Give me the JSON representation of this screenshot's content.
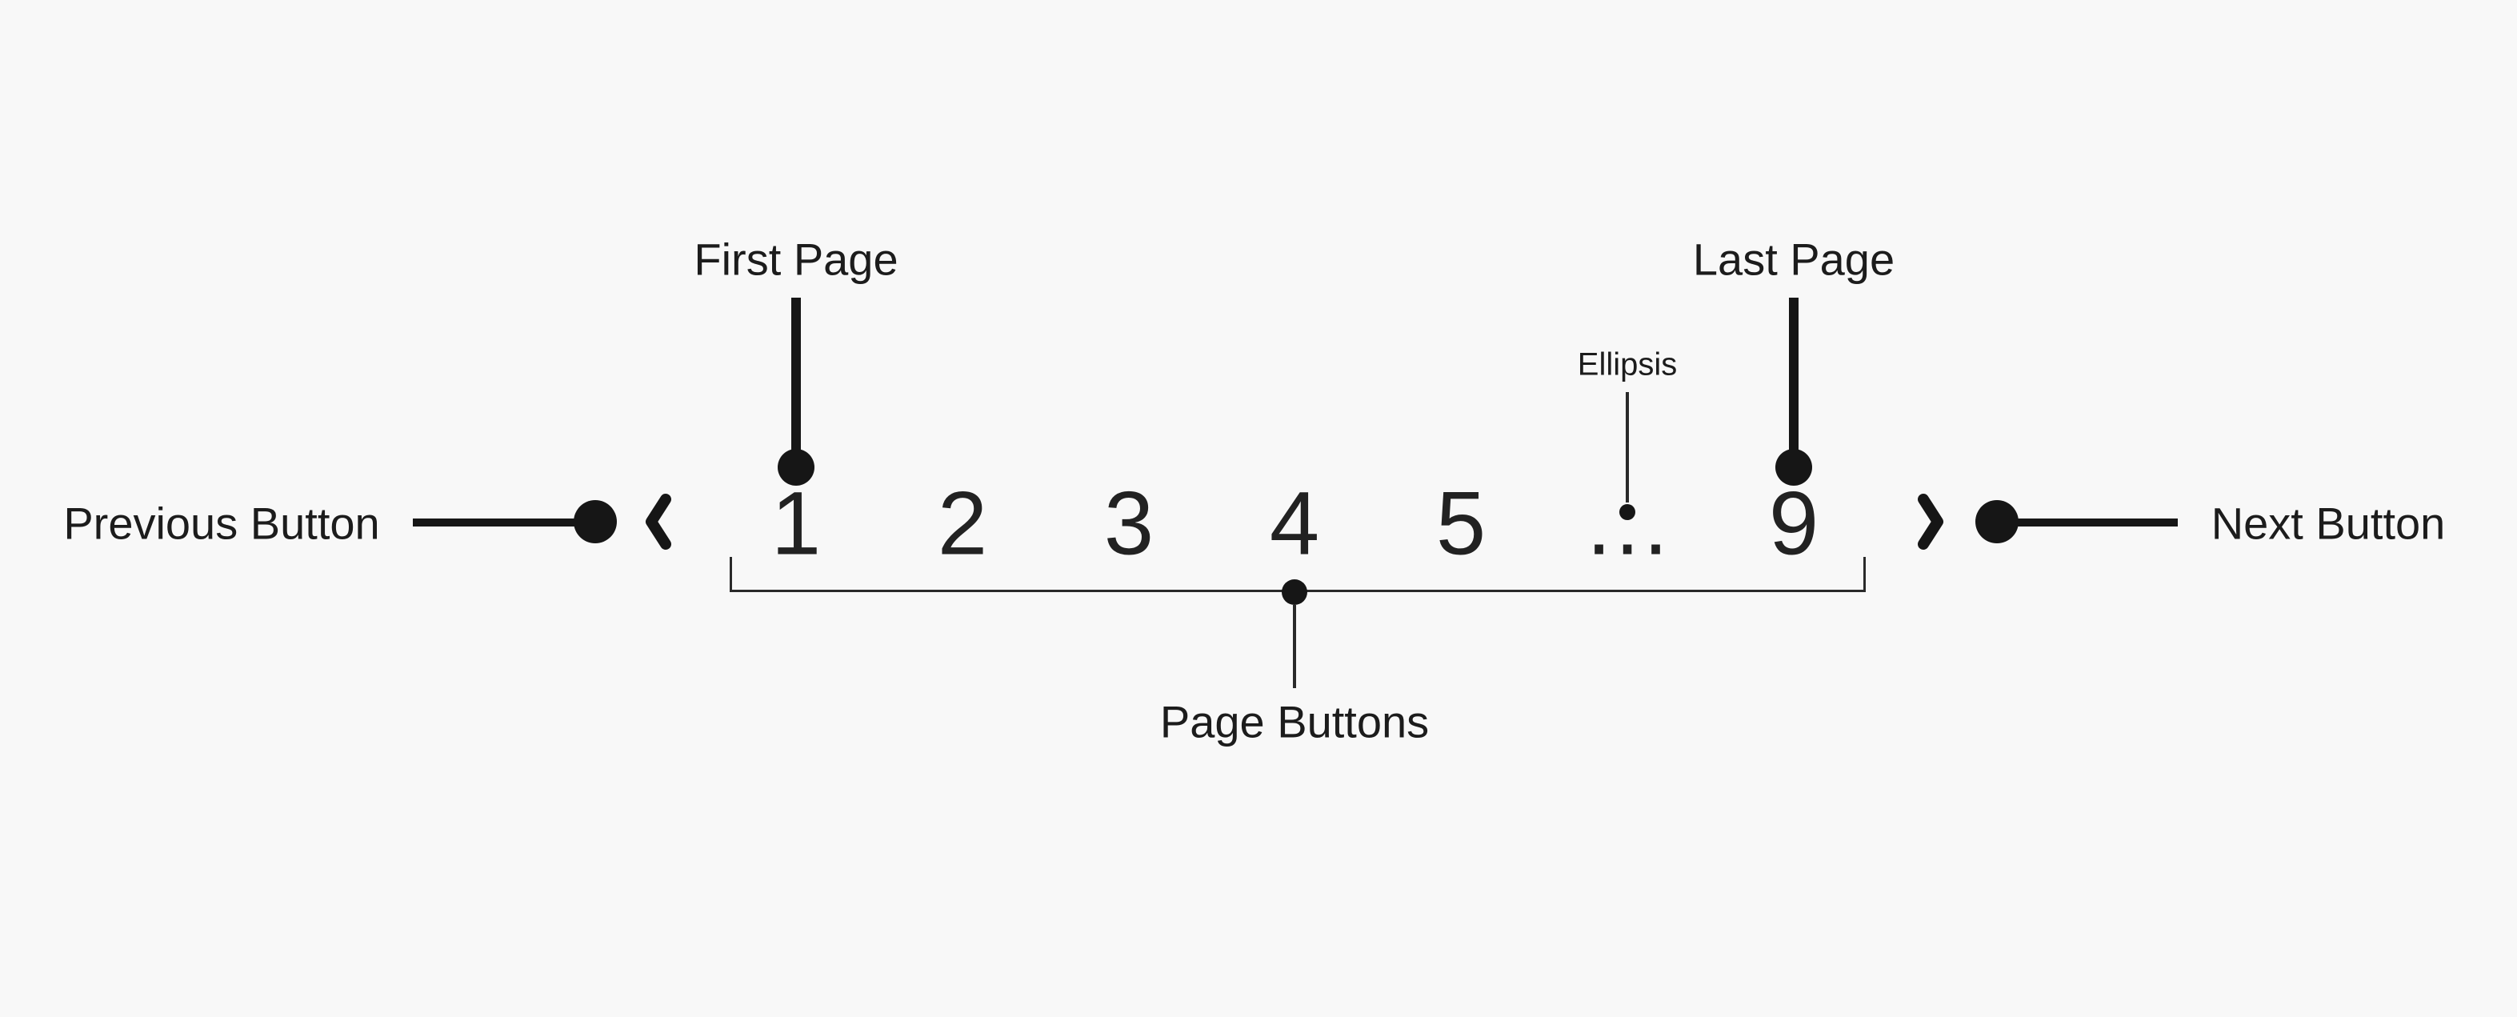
{
  "colors": {
    "background": "#f8f8f8",
    "ink": "#1c1c1c"
  },
  "pagination": {
    "pages": [
      "1",
      "2",
      "3",
      "4",
      "5",
      "…",
      "9"
    ],
    "current_page": "1",
    "icons": {
      "previous": "chevron-left",
      "next": "chevron-right"
    }
  },
  "annotations": {
    "previous_button": "Previous Button",
    "next_button": "Next Button",
    "first_page": "First Page",
    "last_page": "Last Page",
    "ellipsis": "Ellipsis",
    "page_buttons": "Page Buttons"
  }
}
